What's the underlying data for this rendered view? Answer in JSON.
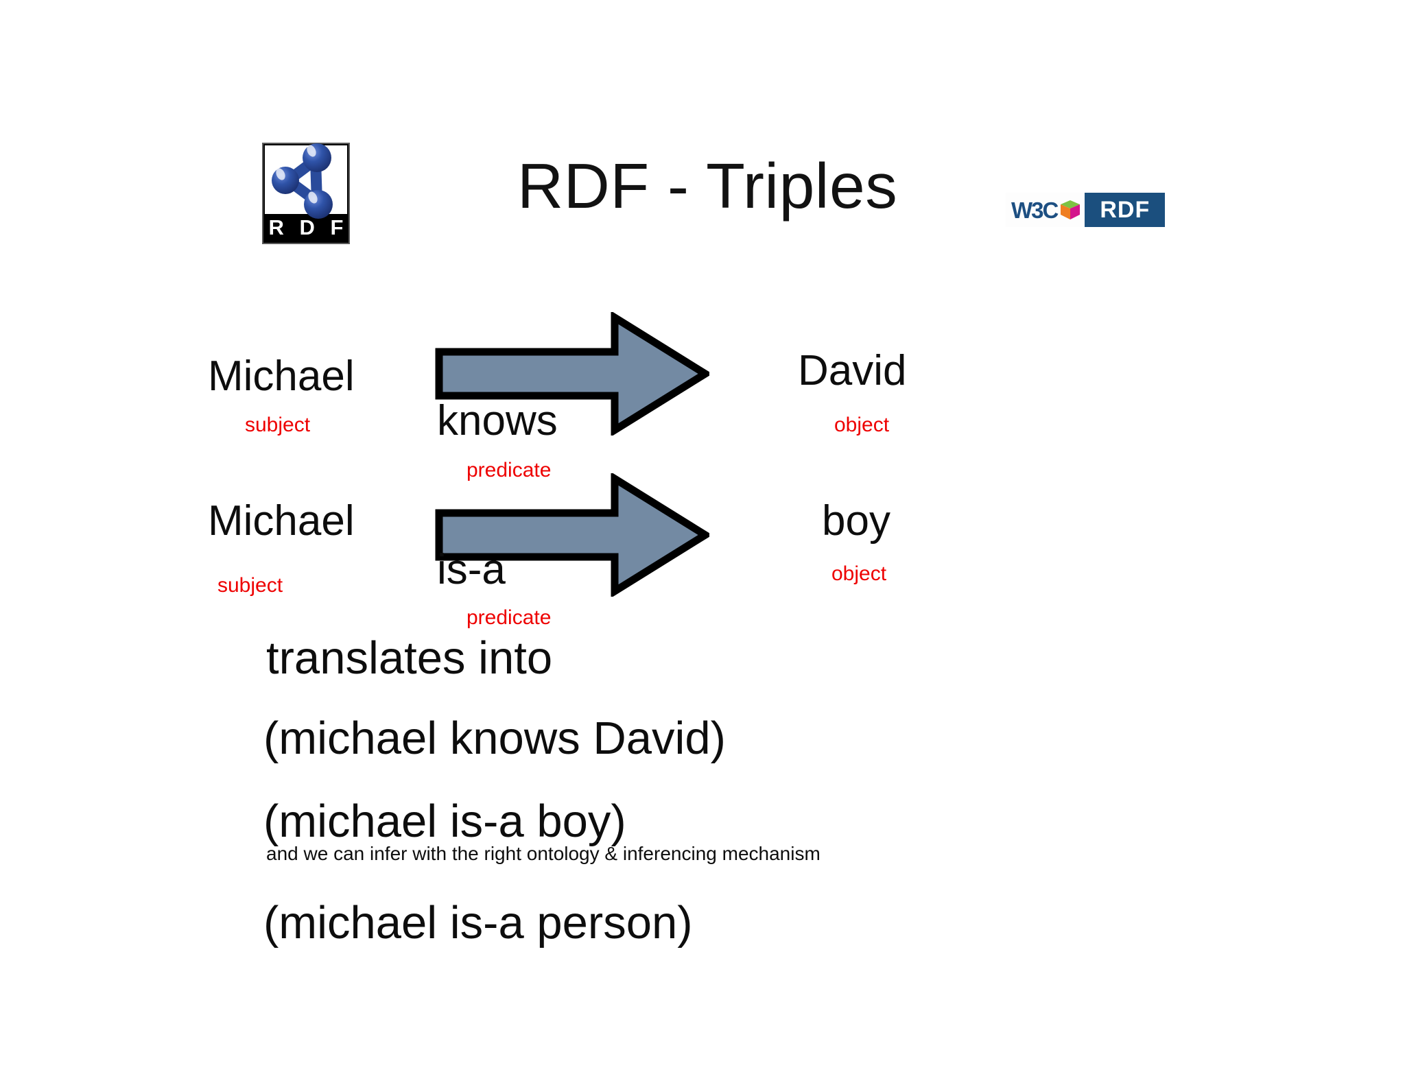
{
  "slide": {
    "title": "RDF - Triples",
    "background_color": "#ffffff"
  },
  "logos": {
    "rdf_logo": {
      "icon": "rdf-molecule-icon",
      "wordmark": "R D F",
      "node_color": "#2a4b9b",
      "bar_color": "#000000"
    },
    "w3c_badge": {
      "w3c_text": "W3C",
      "cube_icon": "w3c-cube-icon",
      "rdf_text": "RDF",
      "w3c_color": "#1d4f82",
      "badge_color": "#1b4f7e",
      "cube_top_color": "#7dc242",
      "cube_left_color": "#ef7e22",
      "cube_right_color": "#d4148c"
    }
  },
  "triples": [
    {
      "subject": "Michael",
      "subject_role": "subject",
      "predicate": "knows",
      "predicate_role": "predicate",
      "object": "David",
      "object_role": "object",
      "arrow_icon": "right-block-arrow-icon"
    },
    {
      "subject": "Michael",
      "subject_role": "subject",
      "predicate": "is-a",
      "predicate_role": "predicate",
      "object": "boy",
      "object_role": "object",
      "arrow_icon": "right-block-arrow-icon"
    }
  ],
  "conclusion": {
    "lead_in": "translates into",
    "statement_1": "(michael knows David)",
    "statement_2": "(michael is-a boy)",
    "inference_note": "and we can infer with the right ontology & inferencing mechanism",
    "statement_3": "(michael is-a person)"
  },
  "colors": {
    "role_label": "#ee0000",
    "arrow_fill": "#738AA3",
    "arrow_stroke": "#000000",
    "text": "#0d0d0d"
  }
}
